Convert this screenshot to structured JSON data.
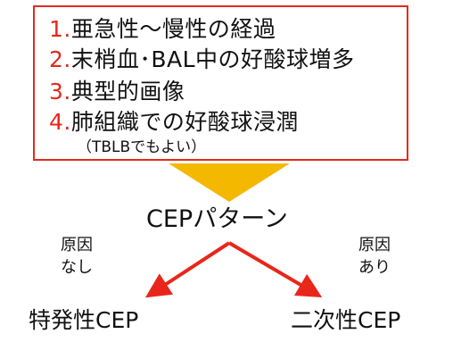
{
  "criteria": {
    "items": [
      {
        "number": "1.",
        "text": "亜急性～慢性の経過"
      },
      {
        "number": "2.",
        "text": "末梢血･BAL中の好酸球増多"
      },
      {
        "number": "3.",
        "text": "典型的画像"
      },
      {
        "number": "4.",
        "text": "肺組織での好酸球浸潤"
      }
    ],
    "note": "（TBLBでもよい）"
  },
  "pattern": "CEPパターン",
  "causes": {
    "left_line1": "原因",
    "left_line2": "なし",
    "right_line1": "原因",
    "right_line2": "あり"
  },
  "outcomes": {
    "left": "特発性CEP",
    "right": "二次性CEP"
  },
  "colors": {
    "accent_red": "#e8261a",
    "arrow_gold": "#f5b800",
    "text": "#111111"
  }
}
